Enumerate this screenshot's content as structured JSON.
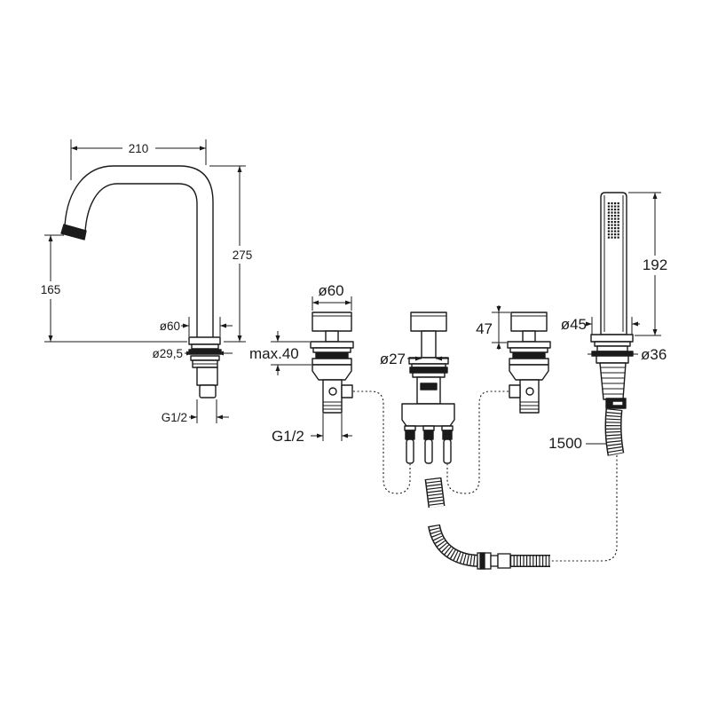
{
  "dimensions": {
    "spout": {
      "reach": "210",
      "height": "275",
      "outlet_height": "165",
      "flange_diameter": "ø60",
      "shank_diameter": "ø29,5",
      "thread": "G1/2"
    },
    "left_valve": {
      "handle_diameter": "ø60",
      "deck_thickness": "max.40",
      "thread": "G1/2"
    },
    "diverter": {
      "stem_diameter": "ø27"
    },
    "right_valve": {
      "handle_height": "47"
    },
    "hand_shower": {
      "length": "192",
      "holder_diameter": "ø45",
      "connector_diameter": "ø36",
      "hose_length": "1500"
    }
  },
  "icons": {
    "spray_face": "nozzle-grid"
  },
  "colors": {
    "line": "#1a1a1a",
    "background": "#ffffff"
  }
}
